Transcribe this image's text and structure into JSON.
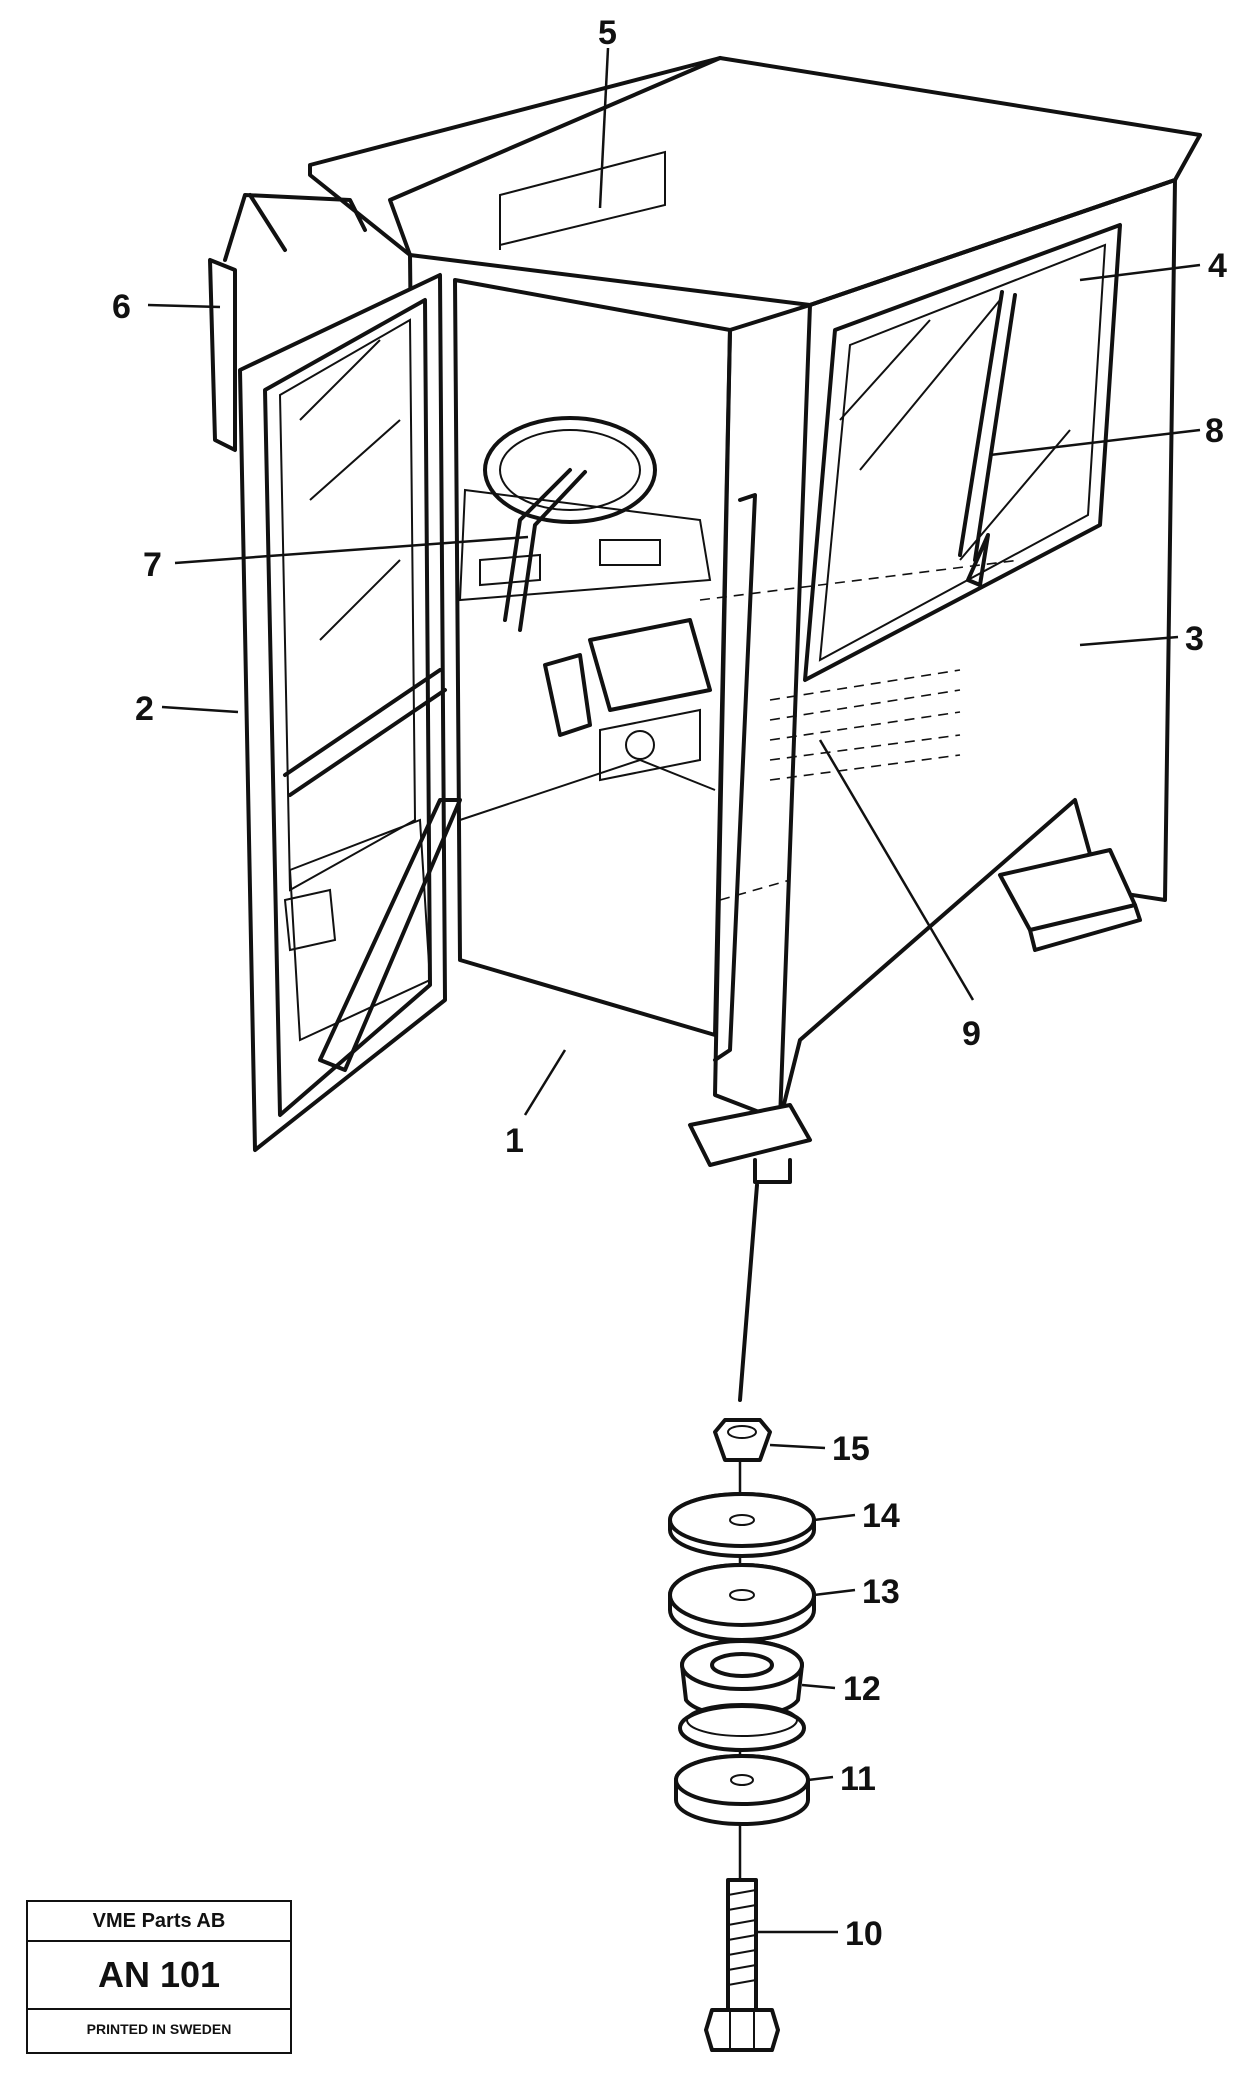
{
  "callouts": [
    "1",
    "2",
    "3",
    "4",
    "5",
    "6",
    "7",
    "8",
    "9",
    "10",
    "11",
    "12",
    "13",
    "14",
    "15"
  ],
  "stamp": {
    "company": "VME Parts AB",
    "code": "AN 101",
    "printed": "PRINTED IN SWEDEN"
  }
}
